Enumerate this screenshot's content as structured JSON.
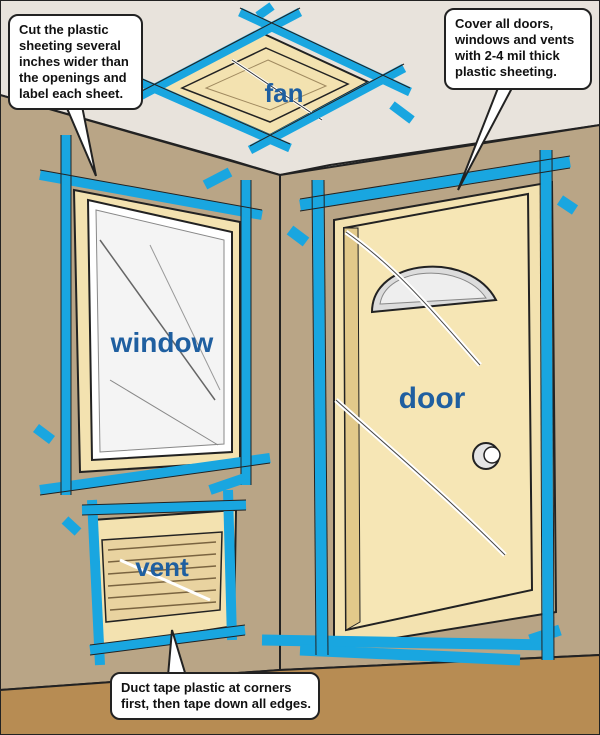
{
  "labels": {
    "fan": "fan",
    "window": "window",
    "vent": "vent",
    "door": "door"
  },
  "callouts": {
    "cut": [
      "Cut the plastic",
      "sheeting several",
      "inches wider than",
      "the openings and",
      "label each sheet."
    ],
    "cover": [
      "Cover all doors,",
      "windows and vents",
      "with 2-4 mil thick",
      "plastic sheeting."
    ],
    "tape": [
      "Duct tape plastic at corners",
      "first, then tape down all edges."
    ]
  },
  "colors": {
    "tape": "#19a6e0",
    "wall": "#b9a586",
    "ceiling": "#e8e3dc",
    "floor": "#b78c53",
    "door": "#f2dfa5",
    "label": "#1f5fa0"
  }
}
